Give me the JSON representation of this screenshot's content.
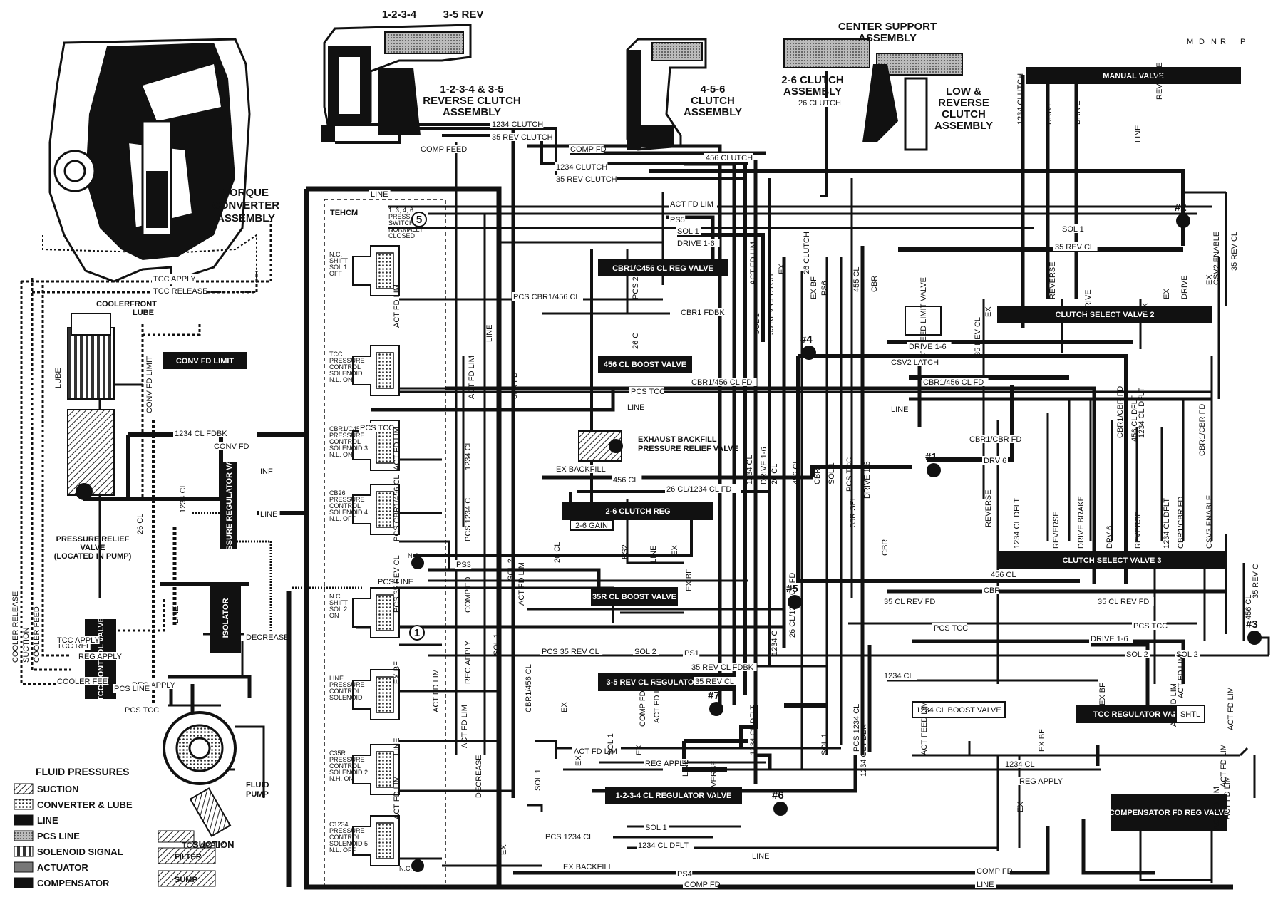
{
  "assemblies": {
    "torque_converter": [
      "TORQUE",
      "CONVERTER",
      "ASSEMBLY"
    ],
    "clutch_1234_35_top": [
      "1-2-3-4",
      "3-5 REV"
    ],
    "clutch_1234_35": [
      "1-2-3-4 & 3-5",
      "REVERSE CLUTCH",
      "ASSEMBLY"
    ],
    "clutch_456": [
      "4-5-6",
      "CLUTCH",
      "ASSEMBLY"
    ],
    "center_support": [
      "CENTER SUPPORT",
      "ASSEMBLY"
    ],
    "clutch_26": [
      "2-6 CLUTCH",
      "ASSEMBLY"
    ],
    "low_reverse": [
      "LOW &",
      "REVERSE",
      "CLUTCH",
      "ASSEMBLY"
    ],
    "pressure_relief": [
      "PRESSURE RELIEF",
      "VALVE",
      "(LOCATED IN PUMP)"
    ],
    "fluid_pump": [
      "FLUID",
      "PUMP"
    ],
    "cooler": "COOLER",
    "front_lube": [
      "FRONT",
      "LUBE"
    ],
    "lube": "LUBE",
    "tehcm": "TEHCM",
    "pressure_switches": [
      "1, 3, 4, 6",
      "PRESSURE",
      "SWITCHES",
      "NORMALLY",
      "CLOSED"
    ],
    "exhaust_backfill": [
      "EXHAUST BACKFILL",
      "PRESSURE RELIEF VALVE"
    ],
    "manual_positions": [
      "M",
      "D",
      "N",
      "R",
      "P"
    ]
  },
  "valves": [
    "MANUAL VALVE",
    "CBR1/C456 CL REG VALVE",
    "456 CL BOOST VALVE",
    "CLUTCH SELECT VALVE 2",
    "ACT FEED LIMIT VALVE",
    "CONV FD LIMIT",
    "PRESSURE REGULATOR VALVE",
    "ISOLATOR",
    "TCC CONTROL VALVE",
    "2-6 CLUTCH REG",
    "2-6 GAIN",
    "35R CL BOOST VALVE",
    "3-5 REV CL REGULATOR VALVE",
    "CLUTCH SELECT VALVE 3",
    "1234 CL BOOST VALVE",
    "TCC REGULATOR VALVE",
    "SHTL",
    "1-2-3-4 CL REGULATOR VALVE",
    "COMPENSATOR FD REG VALVE"
  ],
  "solenoids": [
    {
      "name": [
        "N.C.",
        "SHIFT",
        "SOL 1",
        "OFF"
      ]
    },
    {
      "name": [
        "TCC",
        "PRESSURE",
        "CONTROL",
        "SOLENOID",
        "N.L.   ON"
      ]
    },
    {
      "name": [
        "CBR1/C456",
        "PRESSURE",
        "CONTROL",
        "SOLENOID 3",
        "N.L.   ON"
      ]
    },
    {
      "name": [
        "CB26",
        "PRESSURE",
        "CONTROL",
        "SOLENOID 4",
        "N.L.   OFF"
      ]
    },
    {
      "name": [
        "N.C.",
        "SHIFT",
        "SOL 2",
        "ON"
      ]
    },
    {
      "name": [
        "LINE",
        "PRESSURE",
        "CONTROL",
        "SOLENOID"
      ]
    },
    {
      "name": [
        "C35R",
        "PRESSURE",
        "CONTROL",
        "SOLENOID 2",
        "N.H.   ON"
      ]
    },
    {
      "name": [
        "C1234",
        "PRESSURE",
        "CONTROL",
        "SOLENOID 5",
        "N.L.   OFF"
      ]
    }
  ],
  "passages": [
    "1234 CLUTCH",
    "35 REV CLUTCH",
    "COMP FEED",
    "COMP FD",
    "456 CLUTCH",
    "1234 CLUTCH",
    "35 REV CLUTCH",
    "26 CLUTCH",
    "LINE",
    "ACT FD LIM",
    "PS5",
    "SOL 1",
    "DRIVE 1-6",
    "35 REV CL",
    "SOL 1",
    "TCC APPLY",
    "TCC RELEASE",
    "CONV FD LIMIT",
    "PCS CBR1/456 CL",
    "CBR1 FDBK",
    "CBR1/456 CL FD",
    "CSV2 LATCH",
    "DRIVE 1-6",
    "CBR1/456 CL FD",
    "PCS TCC",
    "LINE",
    "LINE",
    "PCS TCC",
    "EX BACKFILL",
    "456 CL",
    "26 CL/1234 CL FD",
    "CBR1/CBR FD",
    "DRV 6",
    "PS3",
    "PCS LINE",
    "456 CL",
    "CBR",
    "35 CL REV FD",
    "35 CL REV FD",
    "PCS TCC",
    "PCS TCC",
    "DRIVE 1-6",
    "SOL 2",
    "SOL 2",
    "SOL 2",
    "PCS 35 REV CL",
    "PS1",
    "35 REV CL FDBK",
    "35 REV CL",
    "1234 CL",
    "REG APPLY",
    "PCS TCC",
    "ACT FD LIM",
    "REG APPLY",
    "1234 CL",
    "REG APPLY",
    "SOL 1",
    "1234 CL DFLT",
    "PCS 1234 CL",
    "EX BACKFILL",
    "PS4",
    "COMP FD",
    "COMP FD",
    "LINE",
    "LINE",
    "1234 CL FDBK",
    "CONV FD",
    "INF",
    "LINE",
    "LINE",
    "DECREASE",
    "PCS LINE",
    "REG APPLY",
    "TCC REL",
    "COOLER FEED",
    "TCC APPLY",
    "SUCTION",
    "COOLER FEED",
    "COOLER RELEASE",
    "TCC APPLY",
    "EX",
    "26 CLUTCH",
    "PS6",
    "455 CL",
    "CBR",
    "SOL 1",
    "35 REV CLUTCH",
    "1234 CLUTCH",
    "DRIVE",
    "DRIVE",
    "LINE",
    "REVERSE",
    "EX",
    "REVERSE",
    "DRIVE",
    "EX",
    "EX",
    "DRIVE",
    "EX",
    "35 REV CL",
    "CSV2 ENABLE",
    "35 REV CL",
    "REVERSE",
    "1234 CL DFLT",
    "CBR1/CBR FD",
    "456 CL DFLT",
    "CBR1/CBR FD",
    "1234 CL DFLT",
    "REVERSE",
    "DRIVE BRAKE",
    "DRV 6",
    "REVERSE",
    "CBR1/CBR FD",
    "1234 CL DFLT",
    "CSV3 ENABLE",
    "456 CL",
    "35 REV C",
    "1234 CL",
    "DRIVE 1-6",
    "26 CL",
    "456 CL",
    "CBR",
    "SOL 1",
    "PCS TCC",
    "DRIVE 1-6",
    "CBR",
    "35R SPL",
    "26 CL/1234 CL FD",
    "1234 C",
    "1234 CL DFLT",
    "SOL 1",
    "PCS 1234 CL",
    "1234 CL FDBK",
    "ACT FEED LIM",
    "EX BF",
    "EX",
    "EX BF",
    "PCS 26 CL",
    "26 C",
    "PS2",
    "26 CL",
    "EX BF",
    "EX",
    "SOL 1",
    "EX",
    "EX",
    "COMP FD",
    "LINE",
    "EX",
    "ACT FD LIM",
    "EX BF",
    "ACT FD LIM",
    "ACT FD LIM",
    "ACT FD LIM",
    "ACT FD LIM",
    "ACT FD LIM",
    "ACT FD LIM",
    "ACT FD LIM",
    "ACT FD LIM",
    "ACT FD LIM",
    "ACT FD LIM",
    "PCS CBR1/456 CL",
    "PCS 35 REV CL",
    "EX BF",
    "LINE",
    "ACT FD LIM",
    "1234 CL",
    "PCS 1234 CL",
    "COMP FD",
    "REG APPLY",
    "LINE",
    "SOL 1",
    "SOL 2",
    "ACT FD LIM",
    "ACT FD LIM",
    "DECREASE",
    "EX",
    "35R FD",
    "ACT FD LIM",
    "CBR1/456 CL",
    "SOL 1",
    "1234 CL",
    "26 CL",
    "LINE",
    "REVERSE"
  ],
  "checkballs": [
    "#1",
    "#2",
    "#3",
    "#4",
    "#5",
    "#6",
    "#7"
  ],
  "circled_labels": [
    "5",
    "1",
    "N.C.",
    "N.C."
  ],
  "legend": {
    "title": "FLUID PRESSURES",
    "items": [
      "SUCTION",
      "CONVERTER & LUBE",
      "LINE",
      "PCS LINE",
      "SOLENOID SIGNAL",
      "ACTUATOR",
      "COMPENSATOR"
    ],
    "boxes": [
      "SUCTION",
      "FILTER",
      "SUMP"
    ]
  },
  "colors": {
    "line": "#111111",
    "paper": "#ffffff",
    "hatch": "#555555"
  }
}
